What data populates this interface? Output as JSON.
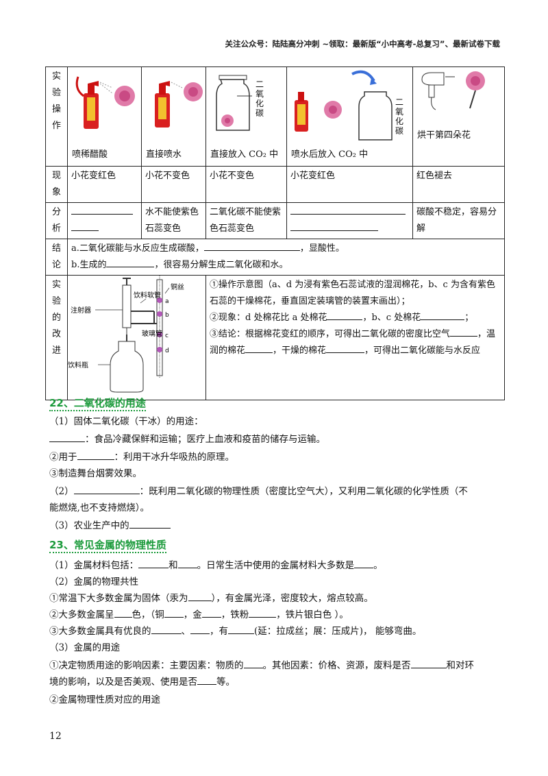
{
  "header": "关注公众号：陆陆高分冲刺 ~领取：最新版“小中高考-总复习”、最新试卷下载",
  "page_number": "12",
  "table": {
    "row1_head": [
      "实",
      "验",
      "操",
      "作"
    ],
    "experiments": [
      "喷稀醋酸",
      "直接喷水",
      "直接放入 CO₂ 中",
      "喷水后放入 CO₂ 中",
      "烘干第四朵花"
    ],
    "bottle_label": "二氧化碳",
    "row2_head": [
      "现",
      "象"
    ],
    "phenomena": [
      "小花变红色",
      "小花不变色",
      "小花不变色",
      "小花变红色",
      "红色褪去"
    ],
    "row3_head": [
      "分",
      "析"
    ],
    "analysis": [
      "",
      "水不能使紫色石蕊变色",
      "二氧化碳不能使紫色石蕊变色",
      "",
      "碳酸不稳定，容易分解"
    ],
    "row4_head": [
      "结",
      "论"
    ],
    "conclusion_a_pre": "a.二氧化碳能与水反应生成碳酸，",
    "conclusion_a_post": "，显酸性。",
    "conclusion_b_pre": "b.生成的",
    "conclusion_b_post": "，很容易分解生成二氧化碳和水。",
    "row5_head": [
      "实",
      "验",
      "的",
      "改",
      "进"
    ],
    "diagram_labels": {
      "syringe": "注射器",
      "drink_tube": "饮料软管",
      "copper": "铜丝",
      "glass_tube": "玻璃管",
      "bottle": "饮料瓶",
      "a": "a",
      "b": "b",
      "c": "c",
      "d": "d"
    },
    "improve_1": "①操作示意图（a、d 为浸有紫色石蕊试液的湿润棉花，b、c 为含有紫色石蕊的干燥棉花，垂直固定装璃管的装置末画出）；",
    "improve_2_a": "②现象：d 处棉花比 a 处棉花",
    "improve_2_b": "，b、c 处棉花",
    "improve_2_c": "；",
    "improve_3_a": "③结论：根据棉花变红的顺序，可得出二氧化碳的密度比空气",
    "improve_3_b": "，温润的棉花",
    "improve_3_c": "，干燥的棉花",
    "improve_3_d": "，可得出二氧化碳能与水反应"
  },
  "sec22": {
    "title": "22、二氧化碳的用途",
    "l1": "（1）固体二氧化碳（干冰）的用途：",
    "l2": "：食品冷藏保鲜和运输；医疗上血液和疫苗的储存与运输。",
    "l3_pre": "②用于",
    "l3_post": "：利用干冰升华吸热的原理。",
    "l4": "③制造舞台烟雾效果。",
    "l5_pre": "（2）",
    "l5_post": "：既利用二氧化碳的物理性质（密度比空气大），又利用二氧化碳的化学性质（不",
    "l6": "能燃烧,也不支持燃烧）。",
    "l7": "（3）农业生产中的"
  },
  "sec23": {
    "title": "23、常见金属的物理性质",
    "l1_a": "（1）金属材料包括：",
    "l1_b": "和",
    "l1_c": "。日常生活中使用的金属材料大多数是",
    "l1_d": "。",
    "l2": "（2）金属的物理共性",
    "l3_a": "①常温下大多数金属为固体（汞为",
    "l3_b": "），有金属光泽，密度较大，熔点较高。",
    "l4_a": "②大多数金属呈",
    "l4_b": "色，（铜",
    "l4_c": "，金",
    "l4_d": "，铁粉",
    "l4_e": "，铁片银白色 ）。",
    "l5_a": "③大多数金属具有优良的",
    "l5_b": "、",
    "l5_c": "，有",
    "l5_d": "(延：拉成丝；展：压成片)， 能够弯曲。",
    "l6": "（3）金属的用途",
    "l7_a": "①决定物质用途的影响因素：主要因素：物质的",
    "l7_b": "。其他因素：价格、资源，废料是否",
    "l7_c": "和对环",
    "l8_a": "境的影响，以及是否美观、使用是否",
    "l8_b": "等。",
    "l9": "②金属物理性质对应的用途"
  }
}
